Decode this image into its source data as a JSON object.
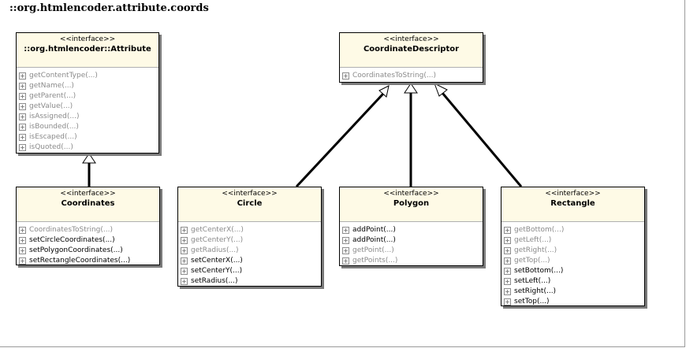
{
  "package_title": "::org.htmlencoder.attribute.coords",
  "classes": [
    {
      "id": "attribute",
      "stereotype": "<<interface>>",
      "name": "::org.htmlencoder::Attribute",
      "operations": [
        {
          "label": "getContentType(...)",
          "inherited": true
        },
        {
          "label": "getName(...)",
          "inherited": true
        },
        {
          "label": "getParent(...)",
          "inherited": true
        },
        {
          "label": "getValue(...)",
          "inherited": true
        },
        {
          "label": "isAssigned(...)",
          "inherited": true
        },
        {
          "label": "isBounded(...)",
          "inherited": true
        },
        {
          "label": "isEscaped(...)",
          "inherited": true
        },
        {
          "label": "isQuoted(...)",
          "inherited": true
        }
      ]
    },
    {
      "id": "coordinatedescriptor",
      "stereotype": "<<interface>>",
      "name": "CoordinateDescriptor",
      "operations": [
        {
          "label": "CoordinatesToString(...)",
          "inherited": true
        }
      ]
    },
    {
      "id": "coordinates",
      "stereotype": "<<interface>>",
      "name": "Coordinates",
      "operations": [
        {
          "label": "CoordinatesToString(...)",
          "inherited": true
        },
        {
          "label": "setCircleCoordinates(...)",
          "inherited": false
        },
        {
          "label": "setPolygonCoordinates(...)",
          "inherited": false
        },
        {
          "label": "setRectangleCoordinates(...)",
          "inherited": false
        }
      ]
    },
    {
      "id": "circle",
      "stereotype": "<<interface>>",
      "name": "Circle",
      "operations": [
        {
          "label": "getCenterX(...)",
          "inherited": true
        },
        {
          "label": "getCenterY(...)",
          "inherited": true
        },
        {
          "label": "getRadius(...)",
          "inherited": true
        },
        {
          "label": "setCenterX(...)",
          "inherited": false
        },
        {
          "label": "setCenterY(...)",
          "inherited": false
        },
        {
          "label": "setRadius(...)",
          "inherited": false
        }
      ]
    },
    {
      "id": "polygon",
      "stereotype": "<<interface>>",
      "name": "Polygon",
      "operations": [
        {
          "label": "addPoint(...)",
          "inherited": false
        },
        {
          "label": "addPoint(...)",
          "inherited": false
        },
        {
          "label": "getPoint(...)",
          "inherited": true
        },
        {
          "label": "getPoints(...)",
          "inherited": true
        }
      ]
    },
    {
      "id": "rectangle",
      "stereotype": "<<interface>>",
      "name": "Rectangle",
      "operations": [
        {
          "label": "getBottom(...)",
          "inherited": true
        },
        {
          "label": "getLeft(...)",
          "inherited": true
        },
        {
          "label": "getRight(...)",
          "inherited": true
        },
        {
          "label": "getTop(...)",
          "inherited": true
        },
        {
          "label": "setBottom(...)",
          "inherited": false
        },
        {
          "label": "setLeft(...)",
          "inherited": false
        },
        {
          "label": "setRight(...)",
          "inherited": false
        },
        {
          "label": "setTop(...)",
          "inherited": false
        }
      ]
    }
  ],
  "relations": [
    {
      "from": "coordinates",
      "to": "attribute",
      "type": "generalization"
    },
    {
      "from": "circle",
      "to": "coordinatedescriptor",
      "type": "generalization"
    },
    {
      "from": "polygon",
      "to": "coordinatedescriptor",
      "type": "generalization"
    },
    {
      "from": "rectangle",
      "to": "coordinatedescriptor",
      "type": "generalization"
    }
  ],
  "colors": {
    "header_fill": "#fefae6",
    "border": "#000000",
    "shadow": "#7a7a7a",
    "inherited_text": "#8a8a8a",
    "own_text": "#000000"
  },
  "icons": {
    "operation": "plus-box-icon"
  }
}
